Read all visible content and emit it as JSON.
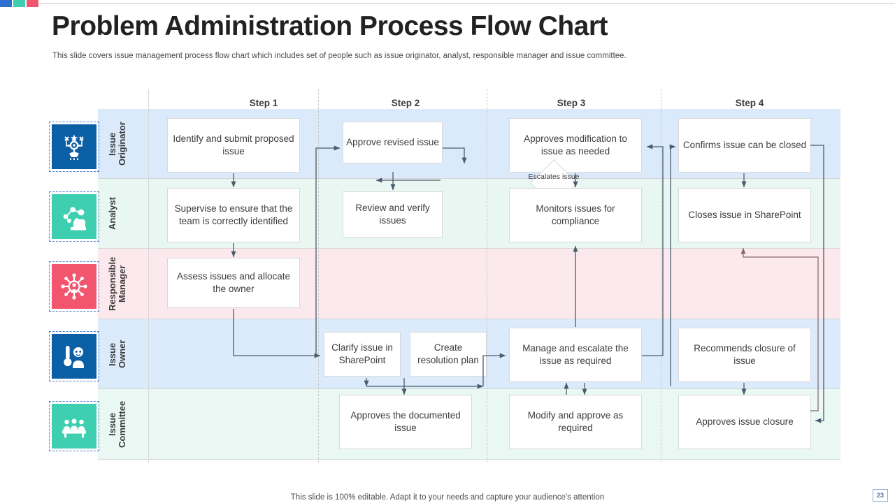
{
  "header": {
    "title": "Problem Administration Process Flow Chart",
    "subtitle": "This slide covers issue management process flow chart which includes set of people such as issue originator, analyst, responsible manager and issue committee."
  },
  "footer": {
    "note": "This slide is 100% editable. Adapt it to your needs and capture your audience's attention",
    "page_number": "23"
  },
  "accents": {
    "blue": "#2f6fd0",
    "teal": "#3ecfb0",
    "pink": "#f2566f",
    "icon_blue": "#0b5fa5",
    "icon_teal": "#3ecfb0",
    "icon_pink": "#f2566f",
    "band_blue": "#daeafb",
    "band_mint": "#e9f7f3",
    "band_pink": "#fce9ed",
    "band_blue2": "#dcebfc",
    "band_mint2": "#eaf8f4",
    "connector": "#4a5b6b",
    "connector_pink": "#8a6a72"
  },
  "steps": [
    {
      "label": "Step 1"
    },
    {
      "label": "Step 2"
    },
    {
      "label": "Step 3"
    },
    {
      "label": "Step 4"
    }
  ],
  "lanes": [
    {
      "label": "Issue\nOriginator",
      "icon": "issue-originator-icon",
      "icon_color": "#0b5fa5",
      "band": "#daeafb"
    },
    {
      "label": "Analyst",
      "icon": "analyst-icon",
      "icon_color": "#3ecfb0",
      "band": "#e9f7f3"
    },
    {
      "label": "Responsible\nManager",
      "icon": "responsible-manager-icon",
      "icon_color": "#f2566f",
      "band": "#fce9ed"
    },
    {
      "label": "Issue\nOwner",
      "icon": "issue-owner-icon",
      "icon_color": "#0b5fa5",
      "band": "#dcebfc"
    },
    {
      "label": "Issue\nCommittee",
      "icon": "issue-committee-icon",
      "icon_color": "#3ecfb0",
      "band": "#eaf8f4"
    }
  ],
  "nodes": {
    "n1": "Identify and submit proposed issue",
    "n2": "Approve revised issue",
    "n3": "Approves modification to issue as needed",
    "n4": "Confirms issue can be closed",
    "n5": "Supervise to ensure that the team is correctly identified",
    "n6": "Review and verify issues",
    "n7": "Monitors issues for compliance",
    "n8": "Closes issue in SharePoint",
    "n9": "Assess issues and allocate the owner",
    "n10": "Clarify issue in SharePoint",
    "n11": "Create resolution plan",
    "n12": "Manage and escalate the issue as required",
    "n13": "Recommends closure of issue",
    "n14": "Approves the documented issue",
    "n15": "Modify and approve as required",
    "n16": "Approves issue closure",
    "d1": "Escalates issue"
  }
}
